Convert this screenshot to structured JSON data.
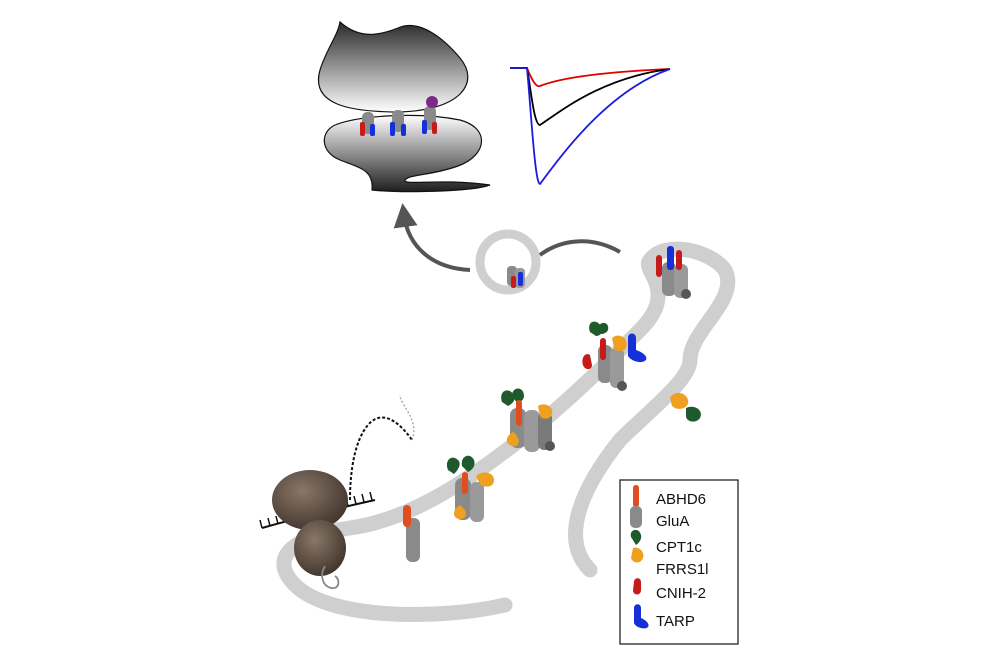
{
  "colors": {
    "er_membrane": "#cfcfcf",
    "glua": "#8a8a8a",
    "abhd6": "#e04e1f",
    "cpt1c": "#1f5a2c",
    "frrs1l": "#f0a020",
    "cnih2": "#c51b1b",
    "tarp": "#1530d8",
    "ribosome": "#5a4b40",
    "trace_control": "#000000",
    "trace_cnih": "#e00000",
    "trace_tarp": "#1a1ae0"
  },
  "legend": {
    "items": [
      {
        "id": "abhd6",
        "label": "ABHD6",
        "icon": "abhd6-subunit-icon"
      },
      {
        "id": "glua",
        "label": "GluA",
        "icon": "glua-subunit-icon"
      },
      {
        "id": "cpt1c",
        "label": "CPT1c",
        "icon": "cpt1c-subunit-icon"
      },
      {
        "id": "frrs1l",
        "label": "FRRS1l",
        "icon": "frrs1l-subunit-icon"
      },
      {
        "id": "cnih2",
        "label": "CNIH-2",
        "icon": "cnih2-subunit-icon"
      },
      {
        "id": "tarp",
        "label": "TARP",
        "icon": "tarp-subunit-icon"
      }
    ]
  }
}
